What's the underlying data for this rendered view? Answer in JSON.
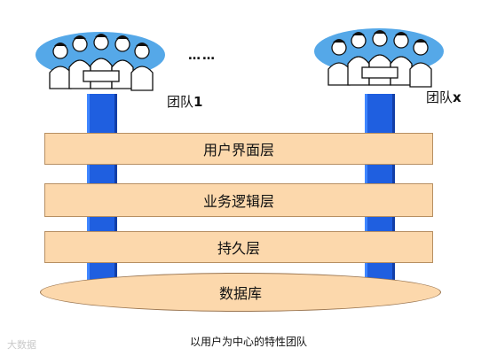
{
  "teams": {
    "left_label_prefix": "团队",
    "left_label_suffix": "1",
    "right_label_prefix": "团队",
    "right_label_suffix": "x",
    "ellipsis": "……"
  },
  "layers": {
    "ui": "用户界面层",
    "logic": "业务逻辑层",
    "persistence": "持久层",
    "database": "数据库"
  },
  "caption": "以用户为中心的特性团队",
  "watermark": "大数据",
  "colors": {
    "layer_fill": "#fcd8ac",
    "pillar_blue": "#1f5fe0",
    "team_oval": "#55a8e8"
  }
}
